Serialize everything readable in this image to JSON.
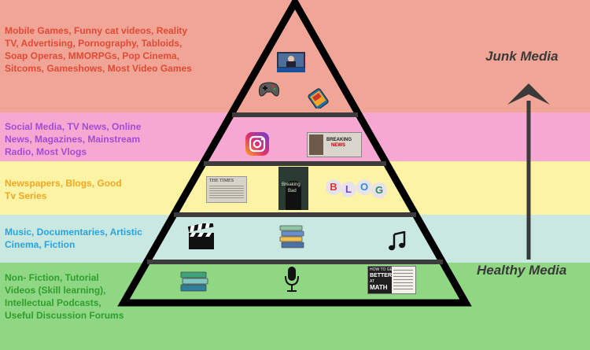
{
  "bands": [
    {
      "id": "junk",
      "color": "#f0a597",
      "text_color": "#e24a33",
      "text": "Mobile Games, Funny cat videos, Reality TV, Advertising, Pornography, Tabloids,  Soap Operas, MMORPGs, Pop Cinema, Sitcoms, Gameshows, Most Video Games"
    },
    {
      "id": "social",
      "color": "#f7a8d2",
      "text_color": "#a24bd6",
      "text": "Social Media, TV News, Online News, Magazines, Mainstream Radio, Most Vlogs"
    },
    {
      "id": "newspapers",
      "color": "#fdf3a4",
      "text_color": "#f5a623",
      "text": "Newspapers, Blogs, Good Tv Series"
    },
    {
      "id": "music",
      "color": "#c9e8e2",
      "text_color": "#2aa4de",
      "text": "Music, Documentaries, Artistic Cinema, Fiction"
    },
    {
      "id": "healthy",
      "color": "#8fd783",
      "text_color": "#2f9e2f",
      "text": "Non- Fiction, Tutorial Videos (Skill learning), Intellectual Podcasts, Useful Discussion Forums"
    }
  ],
  "legend": {
    "top": "Junk Media",
    "bottom": "Healthy Media"
  },
  "icons": {
    "breaking_news": {
      "title": "BREAKING",
      "subtitle": "NEWS"
    },
    "newspaper": {
      "masthead": "THE TIMES"
    },
    "breaking_bad": {
      "line1": "Breaking",
      "line2": "Bad"
    },
    "blog": {
      "letters": [
        "B",
        "L",
        "O",
        "G"
      ]
    },
    "math_book": {
      "line1": "HOW TO GET",
      "line2": "BETTER",
      "line3": "AT",
      "line4": "MATH"
    }
  }
}
